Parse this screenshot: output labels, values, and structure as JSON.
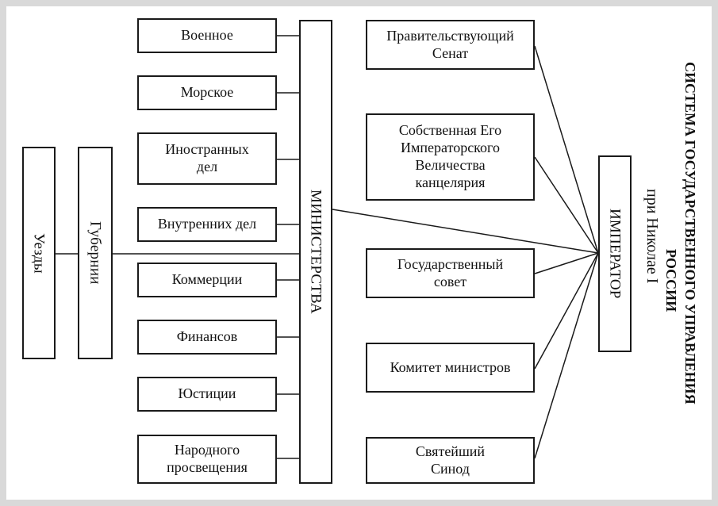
{
  "title": {
    "line1": "СИСТЕМА ГОСУДАРСТВЕННОГО УПРАВЛЕНИЯ",
    "line2": "РОССИИ",
    "line3": "при Николае I"
  },
  "emperor": "ИМПЕРАТОР",
  "ministries_label": "МИНИСТЕРСТВА",
  "provinces": "Губернии",
  "districts": "Уезды",
  "ministries": [
    "Военное",
    "Морское",
    "Иностранных\nдел",
    "Внутренних дел",
    "Коммерции",
    "Финансов",
    "Юстиции",
    "Народного\nпросвещения"
  ],
  "institutions": [
    "Правительствующий\nСенат",
    "Собственная Его\nИмператорского\nВеличества\nканцелярия",
    "Государственный\nсовет",
    "Комитет министров",
    "Святейший\nСинод"
  ]
}
